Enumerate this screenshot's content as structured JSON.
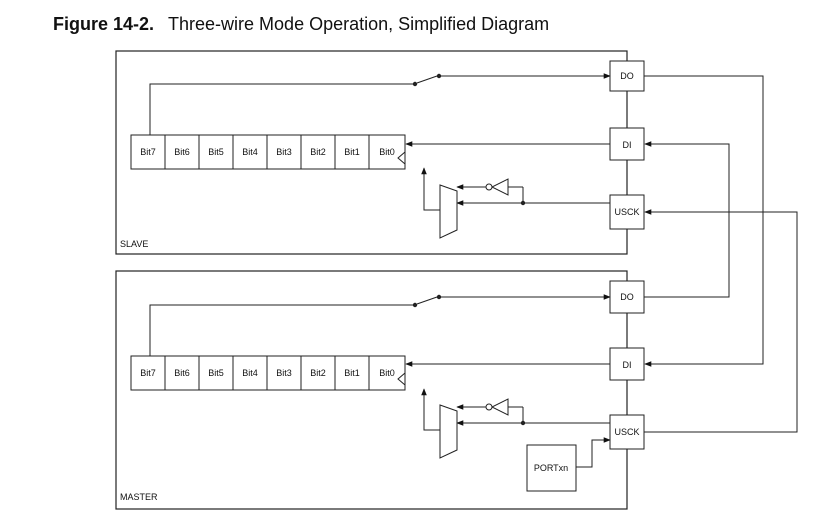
{
  "figure": {
    "number": "Figure 14-2.",
    "title": "Three-wire Mode Operation, Simplified Diagram"
  },
  "slave": {
    "label": "SLAVE",
    "bits": [
      "Bit7",
      "Bit6",
      "Bit5",
      "Bit4",
      "Bit3",
      "Bit2",
      "Bit1",
      "Bit0"
    ],
    "pins": {
      "do": "DO",
      "di": "DI",
      "usck": "USCK"
    }
  },
  "master": {
    "label": "MASTER",
    "bits": [
      "Bit7",
      "Bit6",
      "Bit5",
      "Bit4",
      "Bit3",
      "Bit2",
      "Bit1",
      "Bit0"
    ],
    "pins": {
      "do": "DO",
      "di": "DI",
      "usck": "USCK"
    },
    "port": "PORTxn"
  }
}
